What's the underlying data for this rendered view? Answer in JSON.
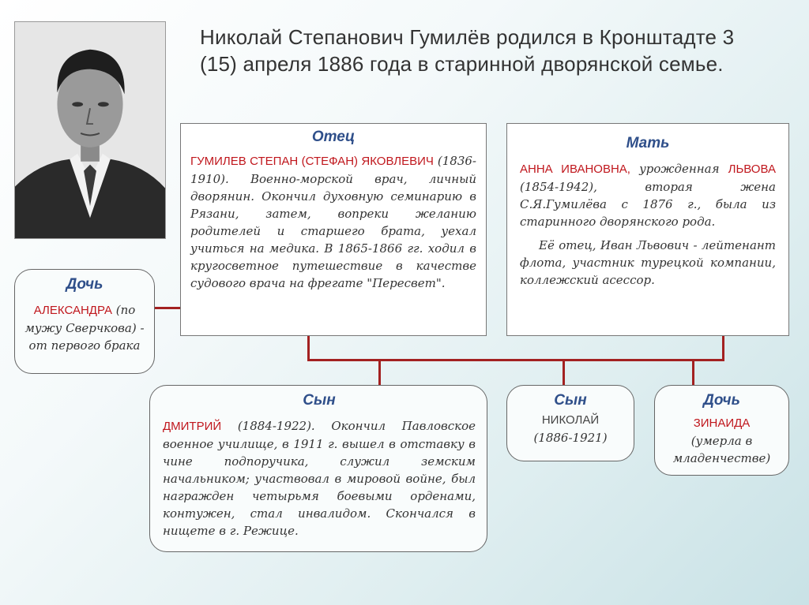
{
  "title": {
    "line1": "Николай Степанович Гумилёв родился в Кронштадте 3",
    "line2": "(15) апреля 1886 года в старинной дворянской семье."
  },
  "father": {
    "header": "Отец",
    "name": "ГУМИЛЕВ СТЕПАН (СТЕФАН) ЯКОВЛЕВИЧ",
    "text": "(1836-1910). Военно-морской врач, личный дворянин. Окончил духовную семинарию в Рязани, затем, вопреки желанию родителей и старшего брата, уехал учиться на медика. В 1865-1866 гг. ходил в кругосветное путешествие в качестве судового врача на фрегате \"Пересвет\"."
  },
  "mother": {
    "header": "Мать",
    "name": "АННА ИВАНОВНА,",
    "text1": "урожденная",
    "name2": "ЛЬВОВА",
    "text2": "(1854-1942), вторая жена С.Я.Гумилёва с 1876 г., была из старинного дворянского рода.",
    "text3": "Её отец, Иван Львович - лейтенант флота, участник турецкой компании, коллежский асессор."
  },
  "daughter1": {
    "header": "Дочь",
    "name": "АЛЕКСАНДРА",
    "text": "(по мужу Сверчкова) - от первого брака"
  },
  "son1": {
    "header": "Сын",
    "name": "ДМИТРИЙ",
    "text": "(1884-1922). Окончил Павловское военное училище, в 1911 г. вышел в отставку в чине подпоручика, служил земским начальником; участвовал в мировой войне, был награжден четырьмя боевыми орденами, контужен, стал инвалидом. Скончался в нищете в г. Режице."
  },
  "son2": {
    "header": "Сын",
    "name": "НИКОЛАЙ",
    "text": "(1886-1921)"
  },
  "daughter2": {
    "header": "Дочь",
    "name": "ЗИНАИДА",
    "text": "(умерла в младенчестве)"
  },
  "colors": {
    "header": "#2f4f8a",
    "name": "#c0171d",
    "connector": "#a32121"
  }
}
